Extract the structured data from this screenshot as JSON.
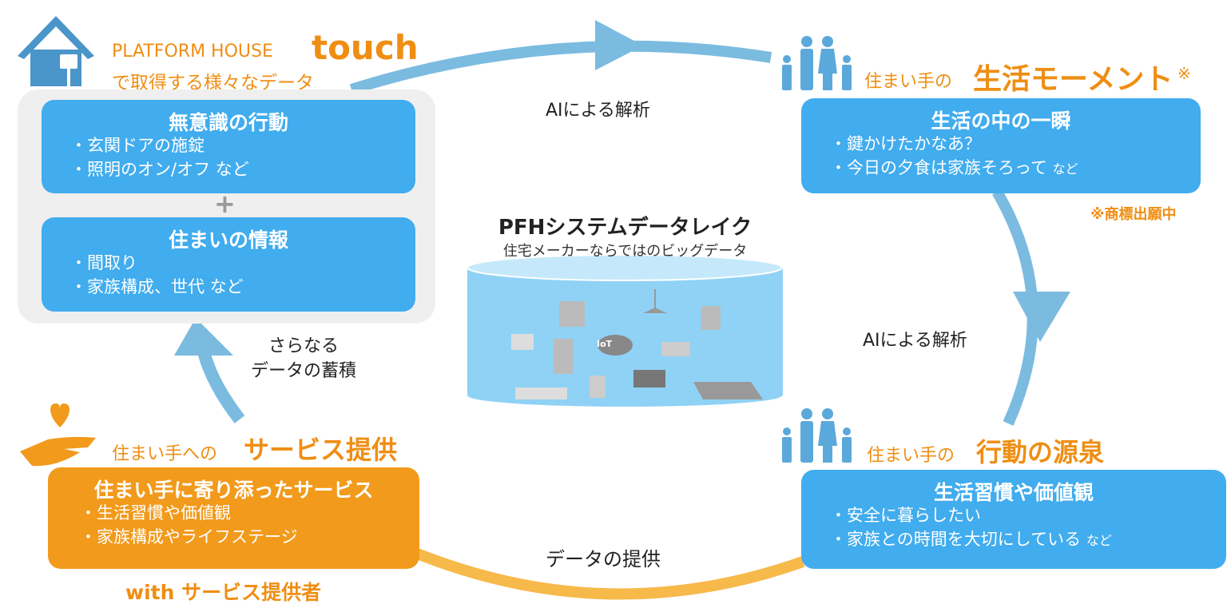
{
  "colors": {
    "box_blue": "#41acee",
    "arrow_blue": "#7bbbe0",
    "accent_orange": "#ef8e13",
    "service_orange": "#f29a1b",
    "panel_gray": "#efefef"
  },
  "top_left": {
    "brand": "PLATFORM HOUSE",
    "brand_emphasis": "touch",
    "subtitle": "で取得する様々なデータ",
    "icon": "house-icon",
    "box1": {
      "title": "無意識の行動",
      "items": [
        "・玄関ドアの施錠",
        "・照明のオン/オフ  など"
      ]
    },
    "plus": "+",
    "box2": {
      "title": "住まいの情報",
      "items": [
        "・間取り",
        "・家族構成、世代  など"
      ]
    }
  },
  "top_right": {
    "prefix": "住まい手の",
    "title": "生活モーメント",
    "mark": "※",
    "icon": "family-icon",
    "box": {
      "title": "生活の中の一瞬",
      "items": [
        "・鍵かけたかなあ？",
        "・今日の夕食は家族そろって"
      ],
      "suffix": "など"
    },
    "note": "※商標出願中"
  },
  "bottom_right": {
    "prefix": "住まい手の",
    "title": "行動の源泉",
    "icon": "family-icon",
    "box": {
      "title": "生活習慣や価値観",
      "items": [
        "・安全に暮らしたい",
        "・家族との時間を大切にしている"
      ],
      "suffix": "など"
    }
  },
  "bottom_left": {
    "prefix": "住まい手への",
    "title": "サービス提供",
    "icon": "heart-hand-icon",
    "box": {
      "title": "住まい手に寄り添ったサービス",
      "items": [
        "・生活習慣や価値観",
        "・家族構成やライフステージ"
      ]
    },
    "with": "with サービス提供者"
  },
  "center": {
    "title": "PFHシステムデータレイク",
    "subtitle": "住宅メーカーならではのビッグデータ",
    "cloud_label": "IoT"
  },
  "arrows": {
    "top": "AIによる解析",
    "right": "AIによる解析",
    "bottom": "データの提供",
    "left_line1": "さらなる",
    "left_line2": "データの蓄積"
  }
}
